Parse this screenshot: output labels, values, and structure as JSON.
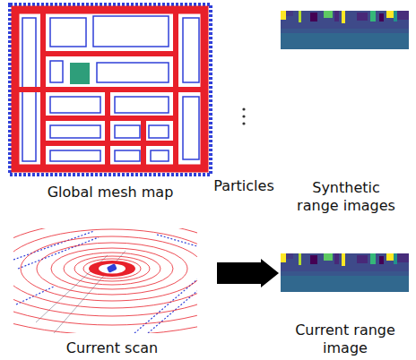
{
  "diagram": {
    "nodes": [
      {
        "text": [
          "Global mesh map"
        ]
      },
      {
        "text": [
          "Synthetic range images"
        ]
      },
      {
        "text": [
          "Current scan"
        ]
      },
      {
        "text": [
          "Current range image"
        ]
      }
    ],
    "edges": [
      {
        "from": 2,
        "to": 3,
        "arrow": "to"
      }
    ],
    "labels": [
      "Particles"
    ]
  }
}
